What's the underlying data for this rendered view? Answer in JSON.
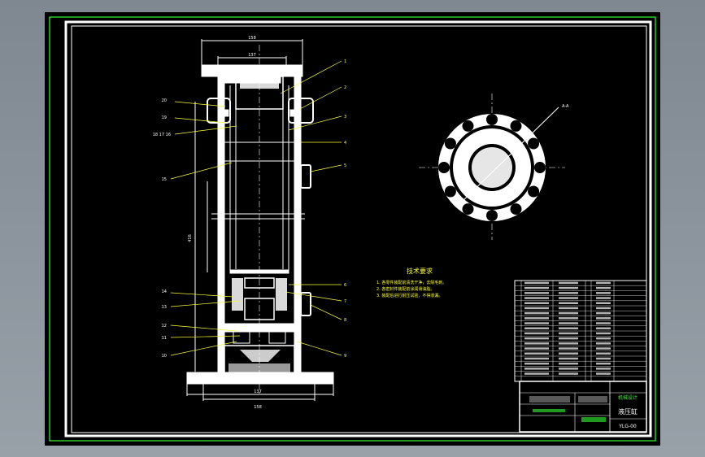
{
  "drawing": {
    "notes_title": "技术要求",
    "notes": [
      "1. 各零件装配前清洗干净，去除毛刺。",
      "2. 各密封件装配前涂润滑油脂。",
      "3. 装配后进行耐压试验，不得渗漏。"
    ],
    "dimensions": {
      "top_outer": "158",
      "top_inner": "137",
      "bottom_inner": "137",
      "bottom_outer": "158",
      "height": "416",
      "section_top": "A-A"
    },
    "part_numbers_right": [
      "1",
      "2",
      "3",
      "4",
      "5",
      "6",
      "7",
      "8",
      "9"
    ],
    "part_numbers_left": [
      "20",
      "19",
      "18 17 16",
      "15",
      "14",
      "13",
      "12",
      "11",
      "10"
    ],
    "title_block": {
      "name": "液压缸",
      "drawing_no": "YLG-00",
      "org": "机械设计"
    },
    "parts_list_count": 20
  },
  "colors": {
    "frame": "#ffffff",
    "border_green": "#33ff33",
    "leader": "#ffff33",
    "sheet": "#000000"
  }
}
